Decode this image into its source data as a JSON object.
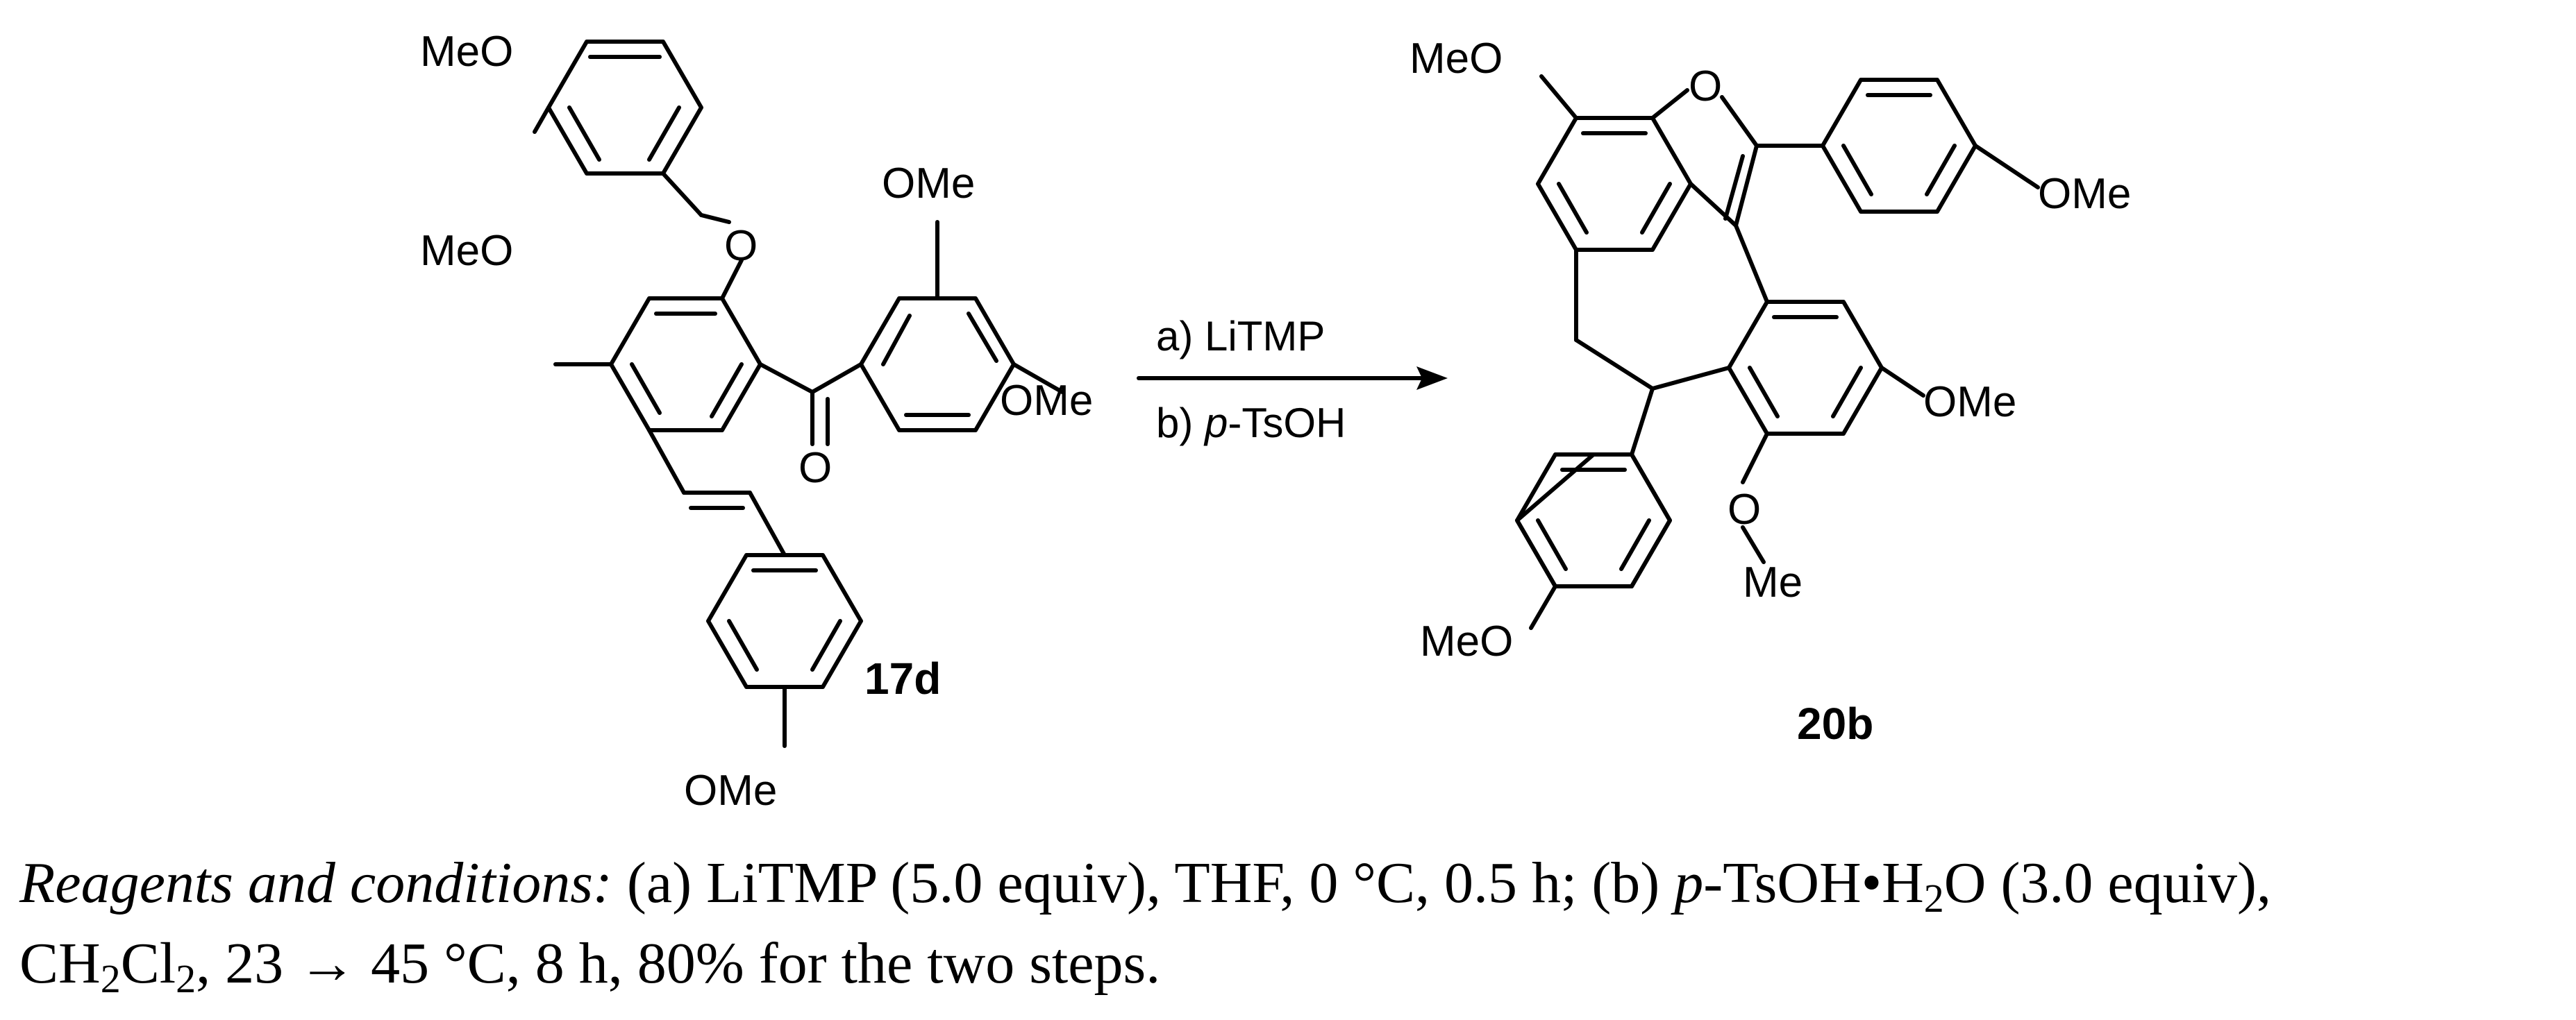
{
  "scheme": {
    "labels": {
      "ome": "OMe",
      "meo": "MeO",
      "o": "O",
      "me": "Me"
    },
    "compounds": {
      "reactant": "17d",
      "product": "20b"
    },
    "reagents": {
      "step_a_prefix": "a) ",
      "step_a": "LiTMP",
      "step_b_prefix": "b) ",
      "step_b_italic": "p",
      "step_b_rest": "-TsOH"
    }
  },
  "caption": {
    "heading": "Reagents and conditions:",
    "line1_a": " (a) LiTMP (5.0 equiv), THF, 0 °C, 0.5 h; (b) ",
    "line1_p": "p",
    "line1_b": "-TsOH•H",
    "sub_2a": "2",
    "line1_c": "O (3.0 equiv),",
    "line2_a": "CH",
    "sub_2b": "2",
    "line2_b": "Cl",
    "sub_2c": "2",
    "line2_c": ", 23 → 45 °C, 8 h, 80% for the two steps."
  }
}
